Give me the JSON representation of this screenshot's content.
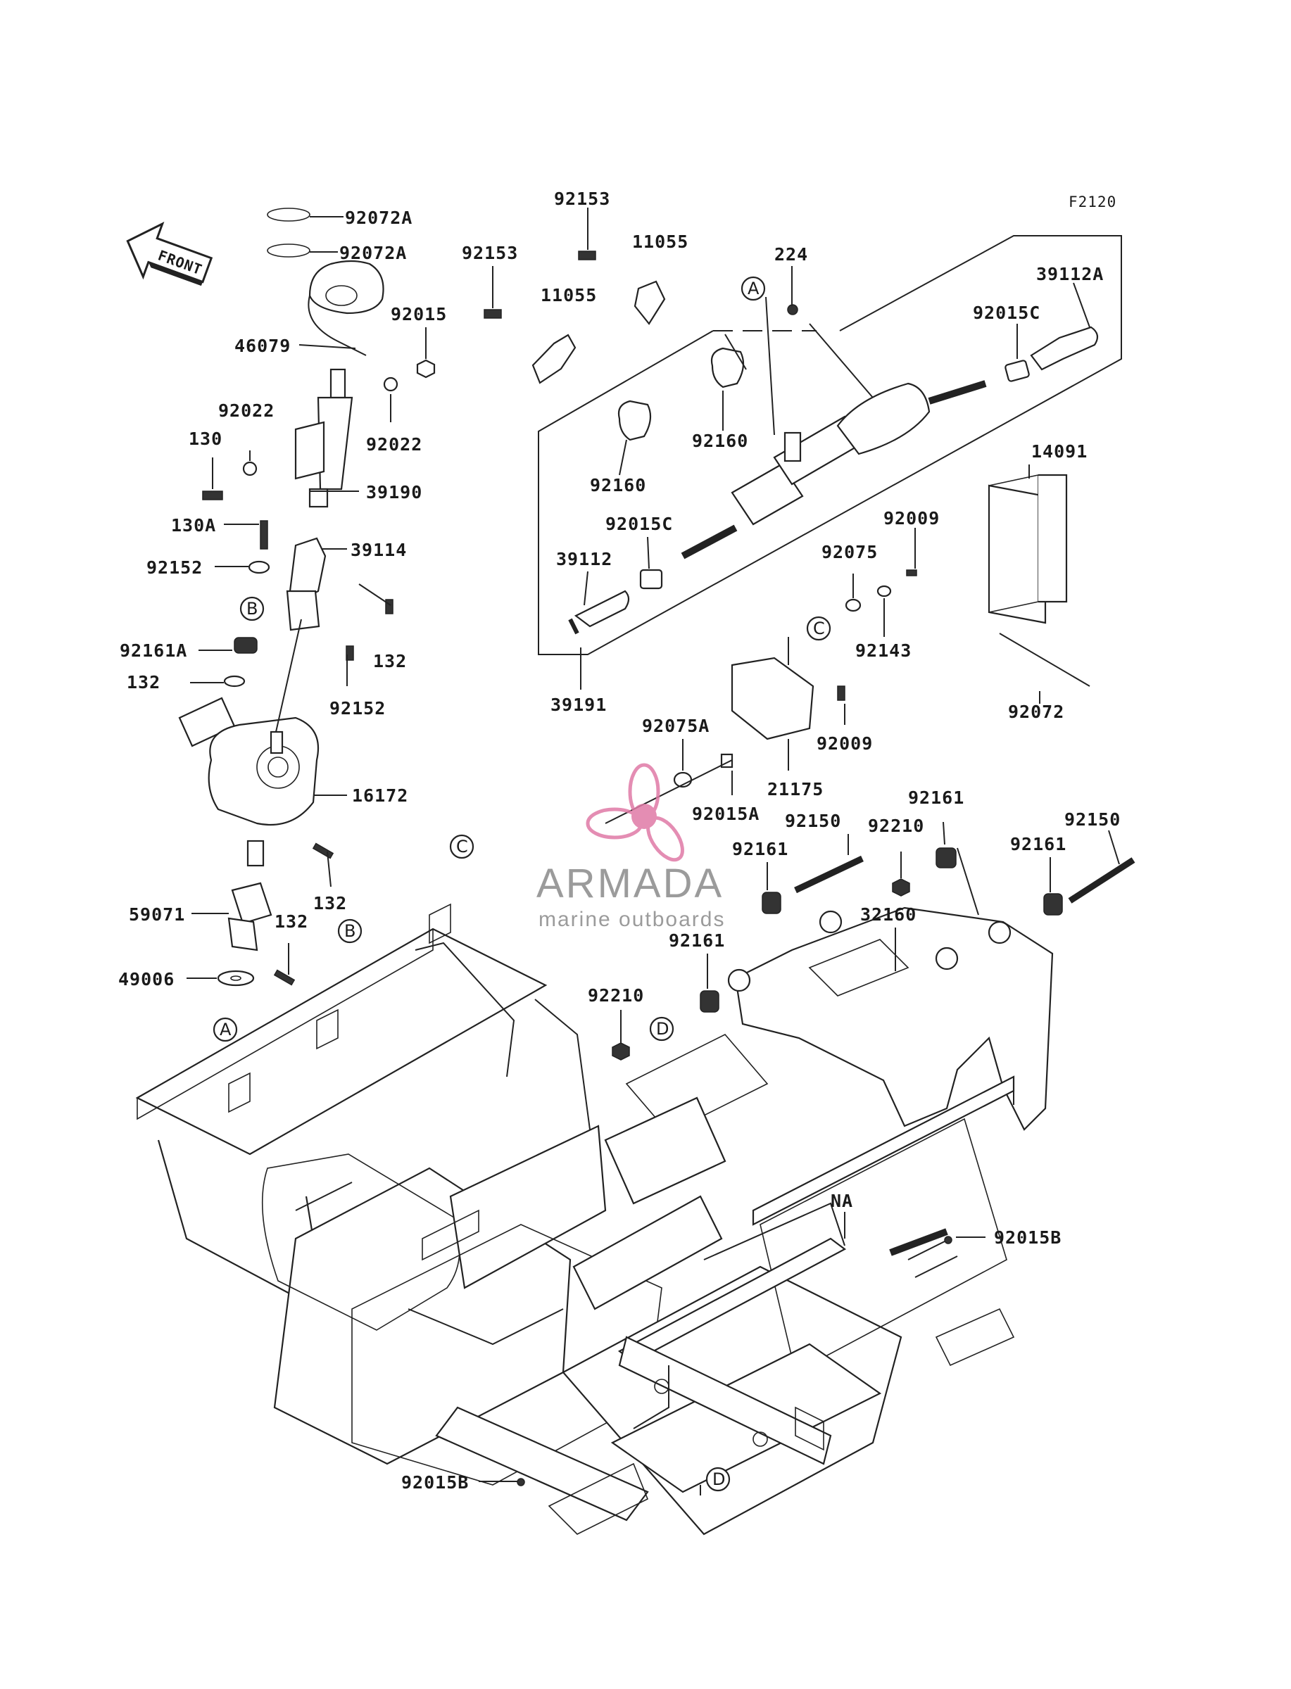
{
  "diagram_code": "F2120",
  "front_label": "FRONT",
  "parts": [
    {
      "id": "p01",
      "text": "92072A"
    },
    {
      "id": "p02",
      "text": "92072A"
    },
    {
      "id": "p03",
      "text": "46079"
    },
    {
      "id": "p04",
      "text": "92015"
    },
    {
      "id": "p05",
      "text": "92022"
    },
    {
      "id": "p06",
      "text": "92022"
    },
    {
      "id": "p07",
      "text": "130"
    },
    {
      "id": "p08",
      "text": "39190"
    },
    {
      "id": "p09",
      "text": "130A"
    },
    {
      "id": "p10",
      "text": "39114"
    },
    {
      "id": "p11",
      "text": "92152"
    },
    {
      "id": "p12",
      "text": "132"
    },
    {
      "id": "p13",
      "text": "92161A"
    },
    {
      "id": "p14",
      "text": "92152"
    },
    {
      "id": "p15",
      "text": "132"
    },
    {
      "id": "p16",
      "text": "16172"
    },
    {
      "id": "p17",
      "text": "132"
    },
    {
      "id": "p18",
      "text": "59071"
    },
    {
      "id": "p19",
      "text": "132"
    },
    {
      "id": "p20",
      "text": "49006"
    },
    {
      "id": "p21",
      "text": "92153"
    },
    {
      "id": "p22",
      "text": "11055"
    },
    {
      "id": "p23",
      "text": "92153"
    },
    {
      "id": "p24",
      "text": "11055"
    },
    {
      "id": "p25",
      "text": "224"
    },
    {
      "id": "p26",
      "text": "39112A"
    },
    {
      "id": "p27",
      "text": "92015C"
    },
    {
      "id": "p28",
      "text": "92160"
    },
    {
      "id": "p29",
      "text": "92160"
    },
    {
      "id": "p30",
      "text": "92015C"
    },
    {
      "id": "p31",
      "text": "39112"
    },
    {
      "id": "p32",
      "text": "39191"
    },
    {
      "id": "p33",
      "text": "14091"
    },
    {
      "id": "p34",
      "text": "92009"
    },
    {
      "id": "p35",
      "text": "92075"
    },
    {
      "id": "p36",
      "text": "92143"
    },
    {
      "id": "p37",
      "text": "92072"
    },
    {
      "id": "p38",
      "text": "92009"
    },
    {
      "id": "p39",
      "text": "92075A"
    },
    {
      "id": "p40",
      "text": "21175"
    },
    {
      "id": "p41",
      "text": "92015A"
    },
    {
      "id": "p42",
      "text": "92161"
    },
    {
      "id": "p43",
      "text": "92150"
    },
    {
      "id": "p44",
      "text": "92210"
    },
    {
      "id": "p45",
      "text": "92161"
    },
    {
      "id": "p46",
      "text": "92150"
    },
    {
      "id": "p47",
      "text": "92161"
    },
    {
      "id": "p48",
      "text": "32160"
    },
    {
      "id": "p49",
      "text": "92161"
    },
    {
      "id": "p50",
      "text": "92210"
    },
    {
      "id": "p51",
      "text": "NA"
    },
    {
      "id": "p52",
      "text": "92015B"
    },
    {
      "id": "p53",
      "text": "92015B"
    }
  ],
  "callouts": {
    "A1": "A",
    "A2": "A",
    "B1": "B",
    "B2": "B",
    "C1": "C",
    "C2": "C",
    "D1": "D",
    "D2": "D"
  },
  "watermark": {
    "brand": "ARMADA",
    "tagline": "marine outboards",
    "accent_color": "#e07aa6",
    "text_color": "#8a8a8a"
  }
}
